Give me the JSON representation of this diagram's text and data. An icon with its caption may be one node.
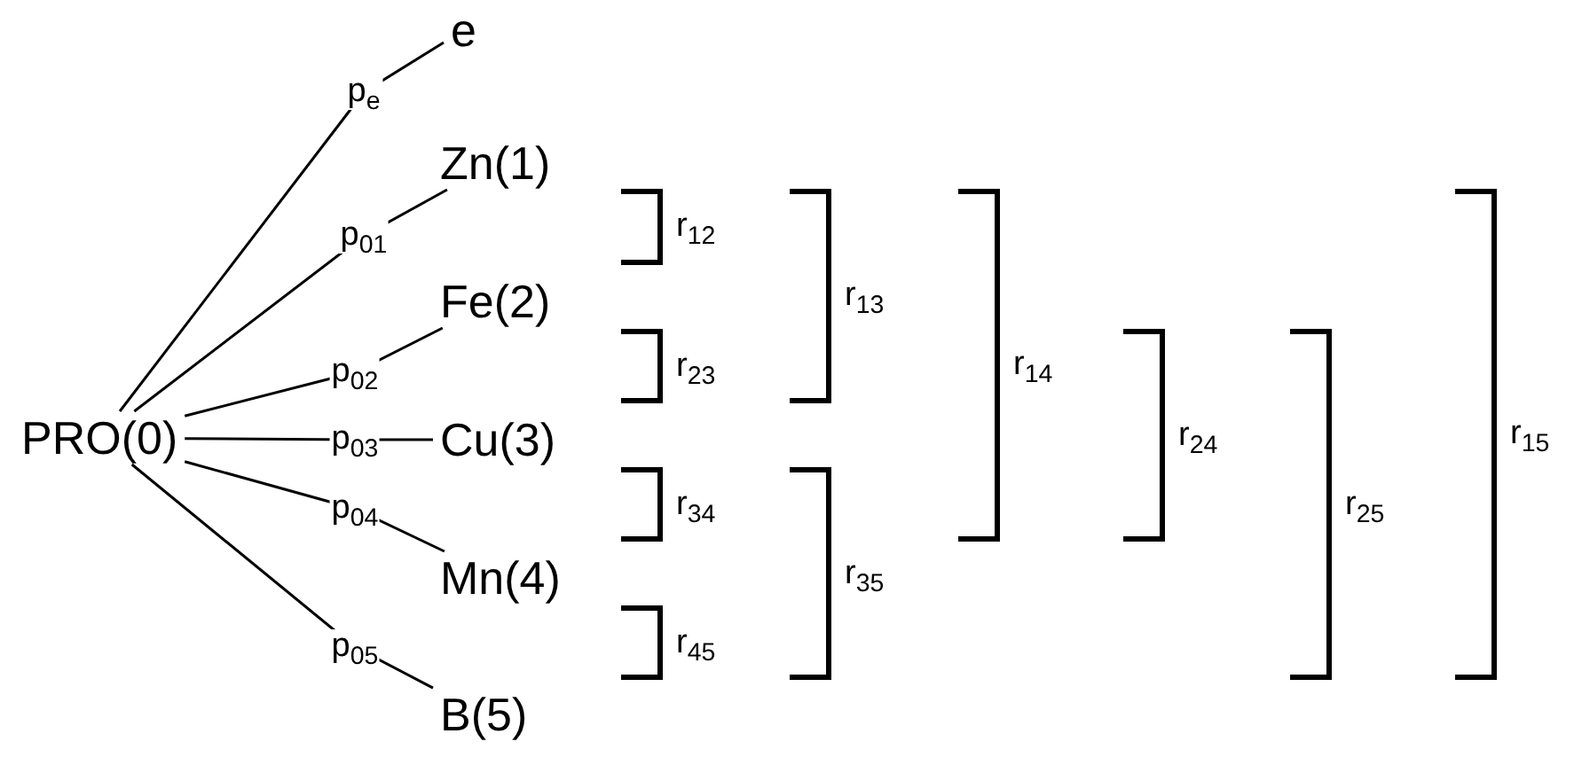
{
  "diagram": {
    "nodes": [
      {
        "text": [
          "PRO(0)"
        ]
      },
      {
        "text": [
          "e"
        ]
      },
      {
        "text": [
          "Zn(1)"
        ]
      },
      {
        "text": [
          "Fe(2)"
        ]
      },
      {
        "text": [
          "Cu(3)"
        ]
      },
      {
        "text": [
          "Mn(4)"
        ]
      },
      {
        "text": [
          "B(5)"
        ]
      }
    ],
    "edges": [
      {
        "from": 0,
        "to": 1,
        "arrow": "none",
        "label": "p$_{e}$"
      },
      {
        "from": 0,
        "to": 2,
        "arrow": "none",
        "label": "p$_{01}$"
      },
      {
        "from": 0,
        "to": 3,
        "arrow": "none",
        "label": "p$_{02}$"
      },
      {
        "from": 0,
        "to": 4,
        "arrow": "none",
        "label": "p$_{03}$"
      },
      {
        "from": 0,
        "to": 5,
        "arrow": "none",
        "label": "p$_{04}$"
      },
      {
        "from": 0,
        "to": 6,
        "arrow": "none",
        "label": "p$_{05}$"
      }
    ],
    "labels": [
      "r$_{12}$",
      "r$_{23}$",
      "r$_{34}$",
      "r$_{45}$",
      "r$_{13}$",
      "r$_{35}$",
      "r$_{14}$",
      "r$_{24}$",
      "r$_{25}$",
      "r$_{15}$"
    ]
  }
}
